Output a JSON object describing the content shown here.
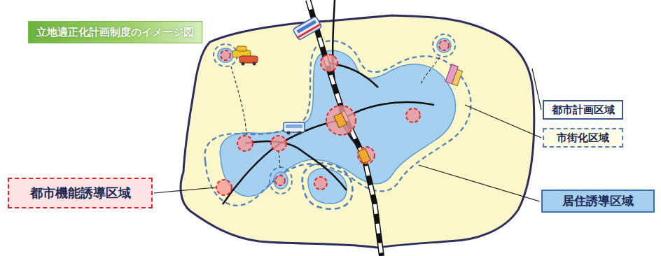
{
  "diagram": {
    "title": "立地適正化計画制度のイメージ図",
    "nodes": [
      {
        "text": [
          "都市計画区域"
        ]
      },
      {
        "text": [
          "市街化区域"
        ]
      },
      {
        "text": [
          "都市機能誘導区域"
        ]
      },
      {
        "text": [
          "居住誘導区域"
        ]
      }
    ]
  }
}
